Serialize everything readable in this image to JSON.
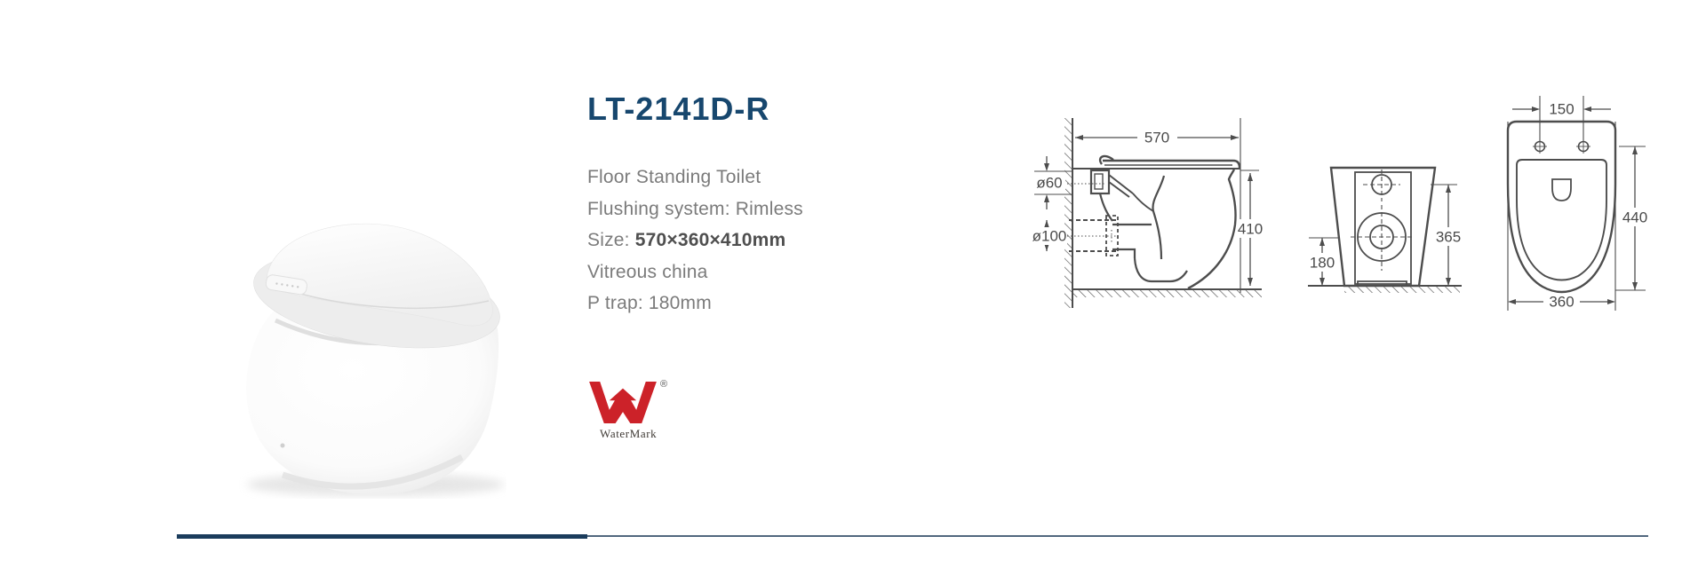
{
  "product": {
    "model": "LT-2141D-R",
    "specs": {
      "type": "Floor Standing Toilet",
      "flushing": "Flushing system: Rimless",
      "size_label": "Size: ",
      "size_value": "570×360×410mm",
      "material": "Vitreous china",
      "trap": "P trap: 180mm"
    }
  },
  "watermark": {
    "registered": "®",
    "label": "WaterMark",
    "color": "#cc2229"
  },
  "drawings": {
    "side": {
      "width": "570",
      "height": "410",
      "inlet_diameter": "ø60",
      "outlet_diameter": "ø100"
    },
    "front": {
      "height": "365",
      "outlet_height": "180"
    },
    "top": {
      "hinge_spacing": "150",
      "depth": "440",
      "width": "360"
    }
  },
  "colors": {
    "title_navy": "#17476e",
    "spec_gray": "#7b7b7b",
    "spec_bold_gray": "#4f4f4f",
    "drawing_line": "#4d4d4d",
    "dimension_text": "#4a4a4a",
    "watermark_red": "#cc2229",
    "rule_thick": "#1b3c5c",
    "rule_thin": "#51677e"
  }
}
